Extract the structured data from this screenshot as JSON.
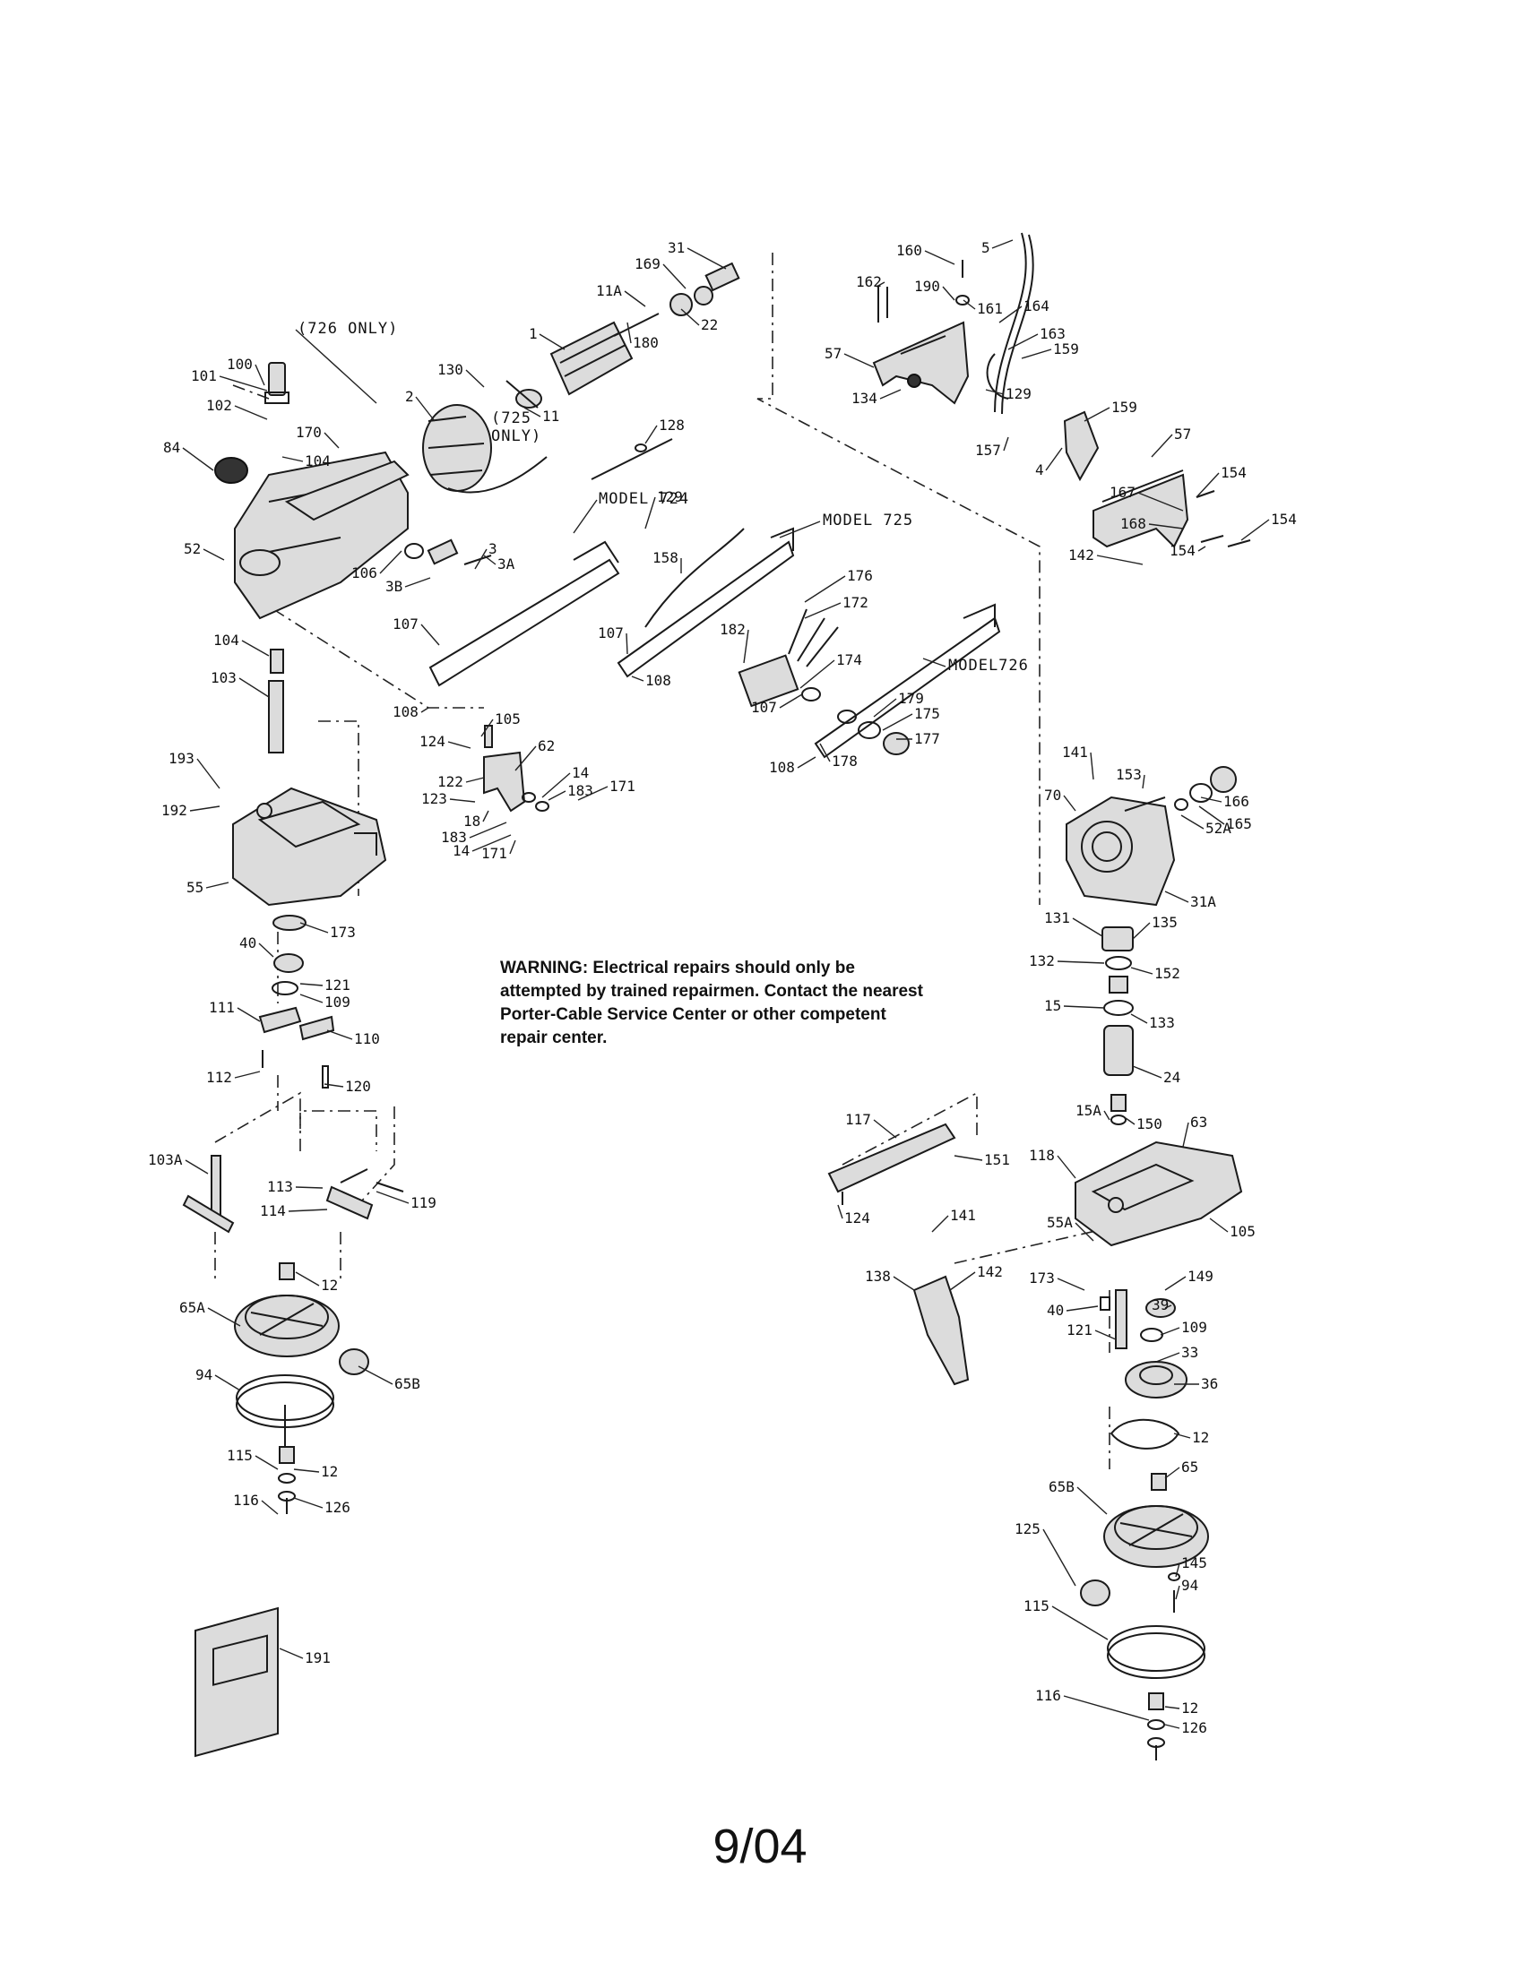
{
  "warning": {
    "lines": [
      "WARNING: Electrical repairs should only be",
      "attempted by trained repairmen. Contact the nearest",
      "Porter-Cable Service Center or other competent",
      "repair center."
    ]
  },
  "footer": {
    "date_code": "9/04"
  },
  "models": {
    "m724": "MODEL 724",
    "m725": "MODEL 725",
    "m726": "MODEL726",
    "note_726": "(726 ONLY)",
    "note_725_a": "(725",
    "note_725_b": "ONLY)"
  },
  "labels": [
    "31",
    "169",
    "11A",
    "22",
    "180",
    "1",
    "130",
    "11",
    "2",
    "128",
    "100",
    "101",
    "102",
    "170",
    "104",
    "84",
    "52",
    "106",
    "3",
    "3A",
    "3B",
    "107",
    "104",
    "103",
    "108",
    "124",
    "105",
    "62",
    "122",
    "14",
    "183",
    "171",
    "123",
    "18",
    "183",
    "14",
    "171",
    "193",
    "192",
    "55",
    "173",
    "40",
    "121",
    "109",
    "111",
    "110",
    "112",
    "120",
    "103A",
    "113",
    "114",
    "119",
    "12",
    "65A",
    "65B",
    "94",
    "115",
    "12",
    "116",
    "126",
    "191",
    "129",
    "158",
    "176",
    "172",
    "182",
    "174",
    "107",
    "108",
    "107",
    "179",
    "175",
    "177",
    "108",
    "178",
    "160",
    "5",
    "162",
    "190",
    "161",
    "164",
    "163",
    "159",
    "57",
    "134",
    "129",
    "157",
    "159",
    "57",
    "4",
    "154",
    "154",
    "154",
    "167",
    "168",
    "142",
    "141",
    "153",
    "70",
    "166",
    "165",
    "52A",
    "31A",
    "131",
    "135",
    "132",
    "152",
    "15",
    "133",
    "24",
    "15A",
    "150",
    "63",
    "117",
    "151",
    "118",
    "124",
    "141",
    "55A",
    "105",
    "138",
    "142",
    "173",
    "149",
    "40",
    "39",
    "121",
    "109",
    "33",
    "36",
    "12",
    "65",
    "65B",
    "125",
    "145",
    "94",
    "115",
    "12",
    "116",
    "126"
  ]
}
